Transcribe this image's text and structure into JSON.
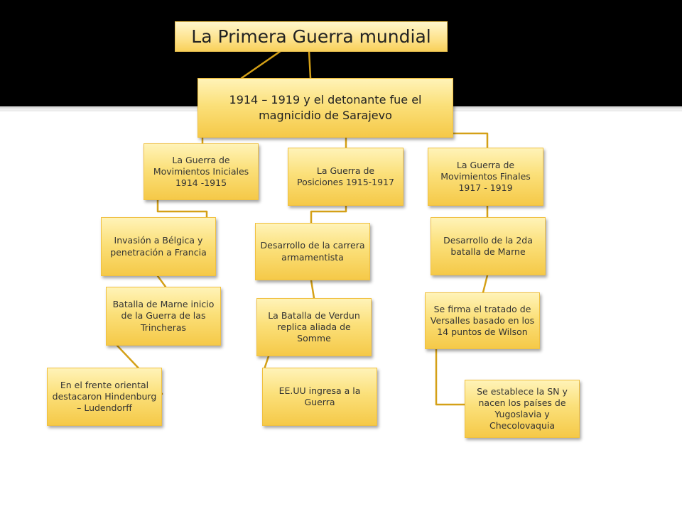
{
  "title": "La Primera Guerra mundial",
  "root": "1914 – 1919  y el detonante fue  el magnicidio de Sarajevo",
  "columns": [
    {
      "header": "La Guerra de Movimientos Iniciales 1914 -1915",
      "items": [
        "Invasión a Bélgica y penetración a Francia",
        "Batalla de Marne inicio de la Guerra de las Trincheras",
        "En el frente oriental destacaron Hindenburg – Ludendorff"
      ]
    },
    {
      "header": "La Guerra de Posiciones  1915-1917",
      "items": [
        "Desarrollo de la carrera armamentista",
        "La Batalla de Verdun replica aliada de Somme",
        "EE.UU ingresa a la Guerra"
      ]
    },
    {
      "header": "La Guerra de Movimientos Finales 1917 - 1919",
      "items": [
        "Desarrollo de la 2da batalla de Marne",
        "Se firma el tratado de Versalles basado en los 14 puntos de Wilson",
        "Se establece la SN y nacen los países de Yugoslavia y Checolovaquia"
      ]
    }
  ],
  "colors": {
    "band": "#000000",
    "node_fill": "#fbe07a",
    "connector": "#d4a017"
  }
}
